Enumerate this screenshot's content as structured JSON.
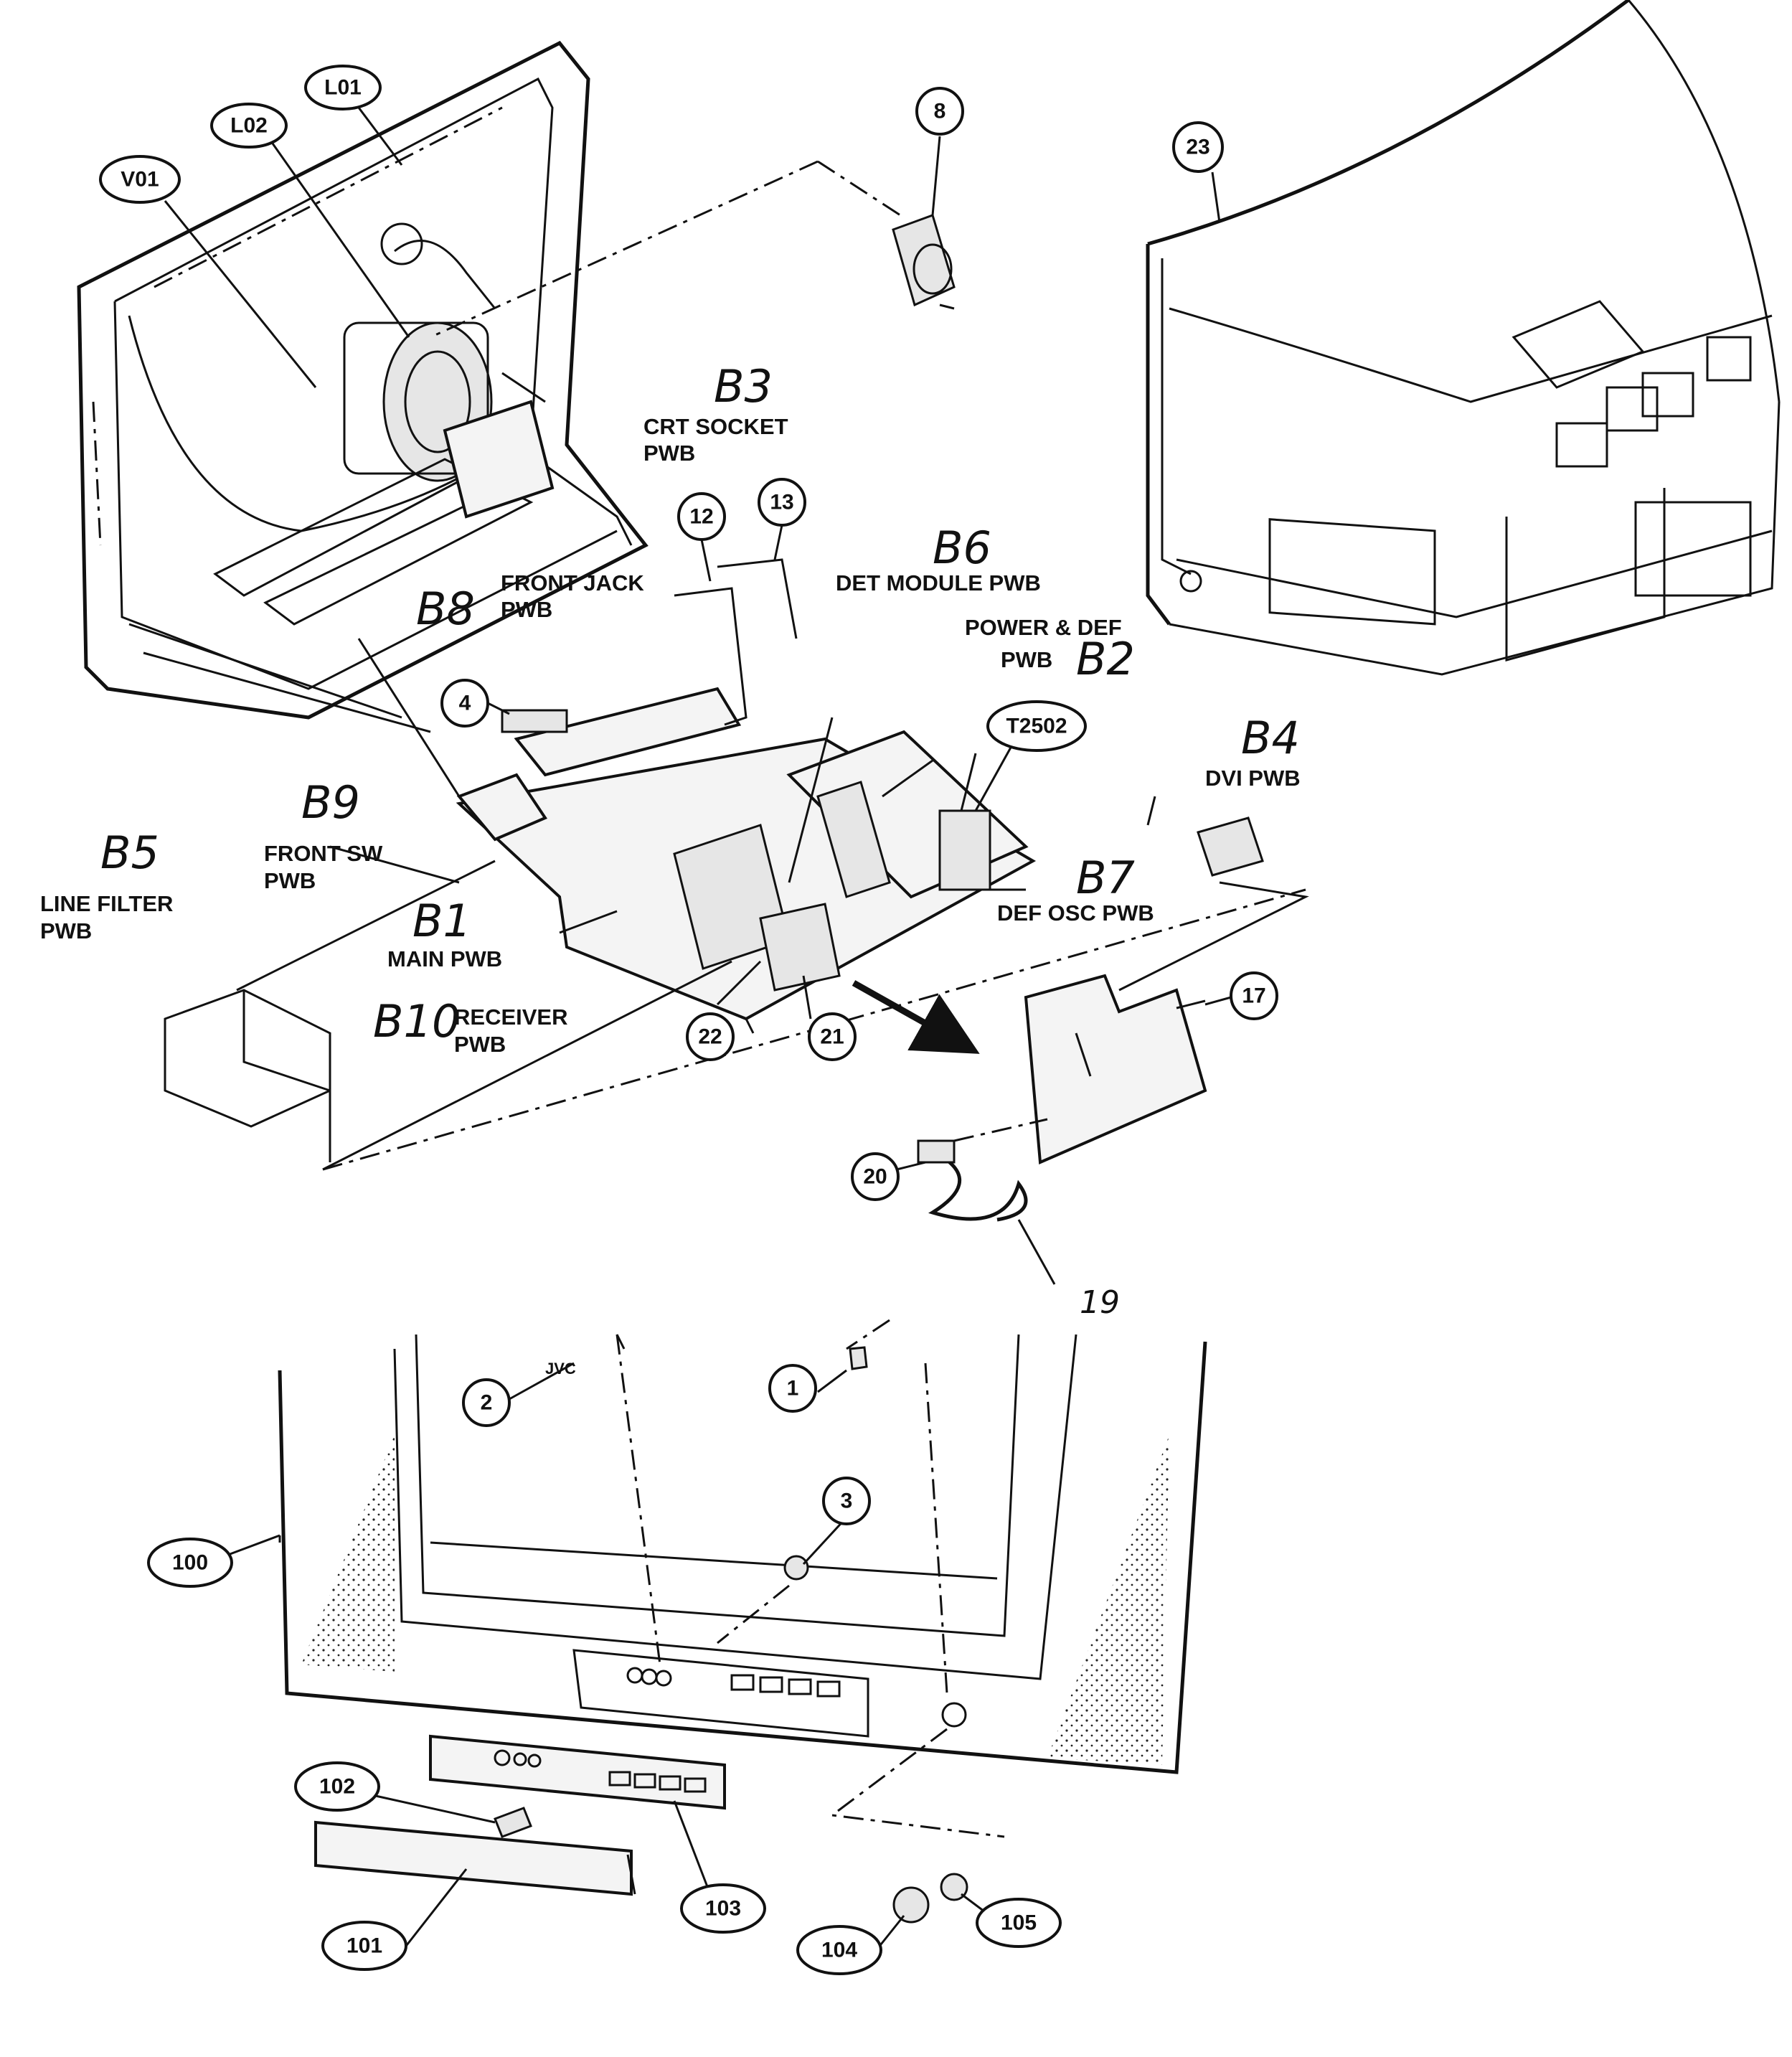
{
  "callouts": {
    "L01": "L01",
    "L02": "L02",
    "V01": "V01",
    "c8": "8",
    "c23": "23",
    "c12": "12",
    "c13": "13",
    "c4": "4",
    "T2502": "T2502",
    "c22": "22",
    "c21": "21",
    "c17": "17",
    "c20": "20",
    "c19": "19",
    "c2": "2",
    "c1": "1",
    "c3": "3",
    "c100": "100",
    "c102": "102",
    "c101": "101",
    "c103": "103",
    "c104": "104",
    "c105": "105"
  },
  "labels": {
    "crt_socket_1": "CRT SOCKET",
    "crt_socket_2": "PWB",
    "front_jack_1": "FRONT JACK",
    "front_jack_2": "PWB",
    "det_module": "DET MODULE PWB",
    "power_def_1": "POWER & DEF",
    "power_def_2": "PWB",
    "dvi": "DVI PWB",
    "front_sw_1": "FRONT SW",
    "front_sw_2": "PWB",
    "line_filter_1": "LINE FILTER",
    "line_filter_2": "PWB",
    "main": "MAIN PWB",
    "receiver_1": "RECEIVER",
    "receiver_2": "PWB",
    "def_osc": "DEF OSC PWB",
    "brand": "JVC"
  },
  "handwritten": {
    "B3": "B3",
    "B6": "B6",
    "B2": "B2",
    "B8": "B8",
    "B4": "B4",
    "B9": "B9",
    "B5": "B5",
    "B7": "B7",
    "B1": "B1",
    "B10": "B10"
  }
}
